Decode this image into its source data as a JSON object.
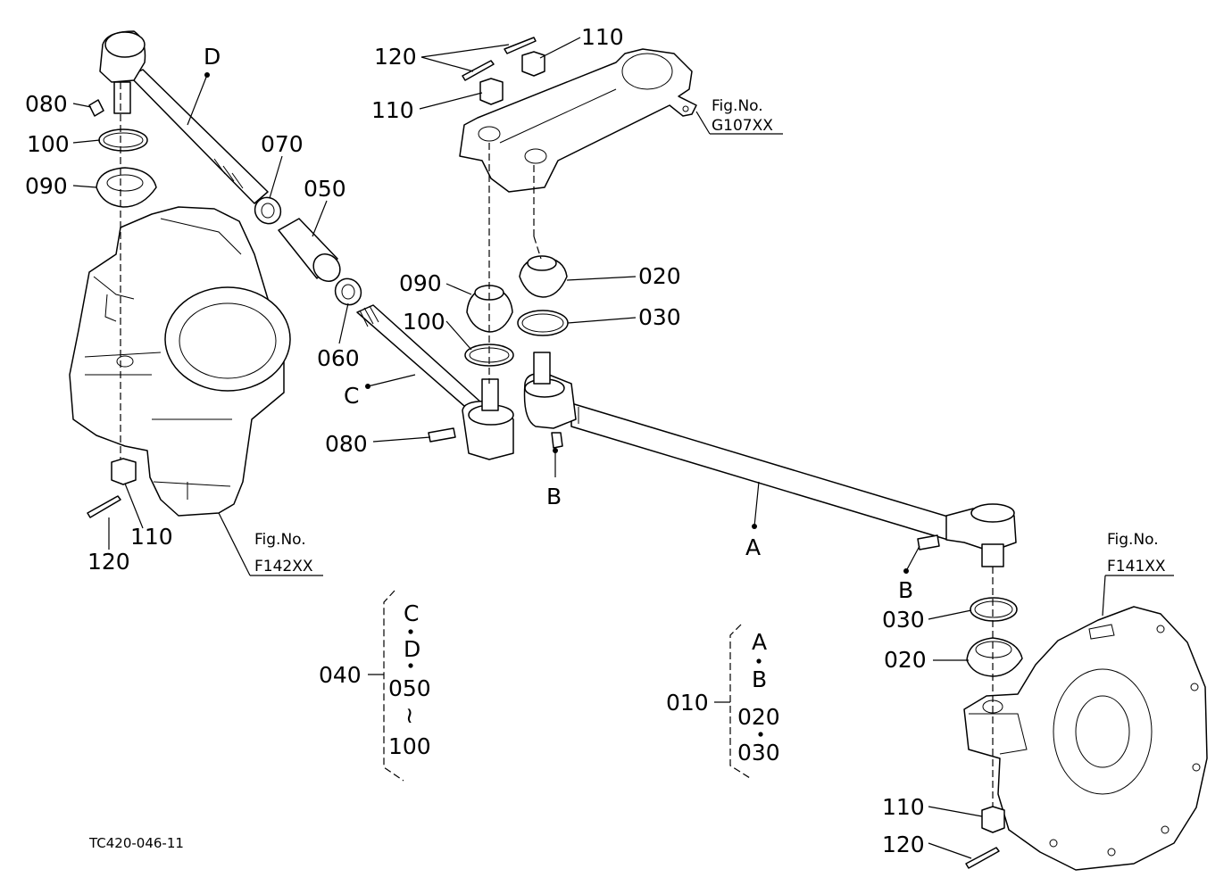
{
  "figure": {
    "drawing_code": "TC420-046-11",
    "fig_refs": [
      {
        "line1": "Fig.No.",
        "line2": "G107XX"
      },
      {
        "line1": "Fig.No.",
        "line2": "F142XX"
      },
      {
        "line1": "Fig.No.",
        "line2": "F141XX"
      }
    ],
    "callouts": {
      "c_120_top": "120",
      "c_110_top_right": "110",
      "c_110_top_left": "110",
      "c_080_top": "080",
      "c_100_top": "100",
      "c_090_top": "090",
      "c_D": "D",
      "c_070": "070",
      "c_050": "050",
      "c_060": "060",
      "c_C": "C",
      "c_080_mid": "080",
      "c_090_mid": "090",
      "c_100_mid": "100",
      "c_020_mid": "020",
      "c_030_mid": "030",
      "c_B_mid": "B",
      "c_A": "A",
      "c_B_right": "B",
      "c_030_right": "030",
      "c_020_right": "020",
      "c_110_left_bottom": "110",
      "c_120_left_bottom": "120",
      "c_110_right_bottom": "110",
      "c_120_right_bottom": "120"
    },
    "assembly_040": {
      "label": "040",
      "items": [
        "C",
        "D",
        "050",
        "100"
      ],
      "range_symbol": "≀"
    },
    "assembly_010": {
      "label": "010",
      "items": [
        "A",
        "B",
        "020",
        "030"
      ]
    }
  }
}
